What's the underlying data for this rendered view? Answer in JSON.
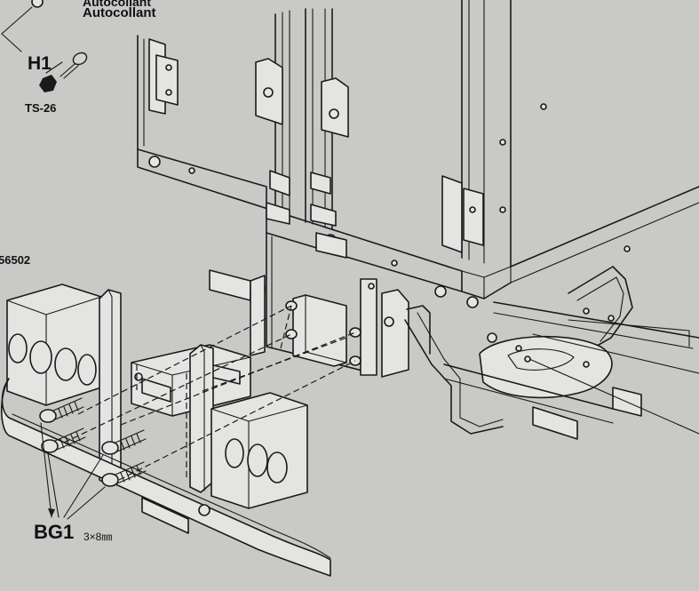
{
  "labels": {
    "adhesive_line1": "Autocollant",
    "adhesive_line2": "Autocollant",
    "part_h1": "H1",
    "paint_code": "TS-26",
    "part_number": "56502",
    "screw_part": "BG1",
    "screw_size": "3×8㎜"
  },
  "colors": {
    "background": "#cfd0cc",
    "line": "#111111",
    "part_fill": "#ececea"
  },
  "icons": [
    "hex-nut-icon",
    "screw-icon",
    "rivet-icon",
    "light-lens-icon"
  ]
}
